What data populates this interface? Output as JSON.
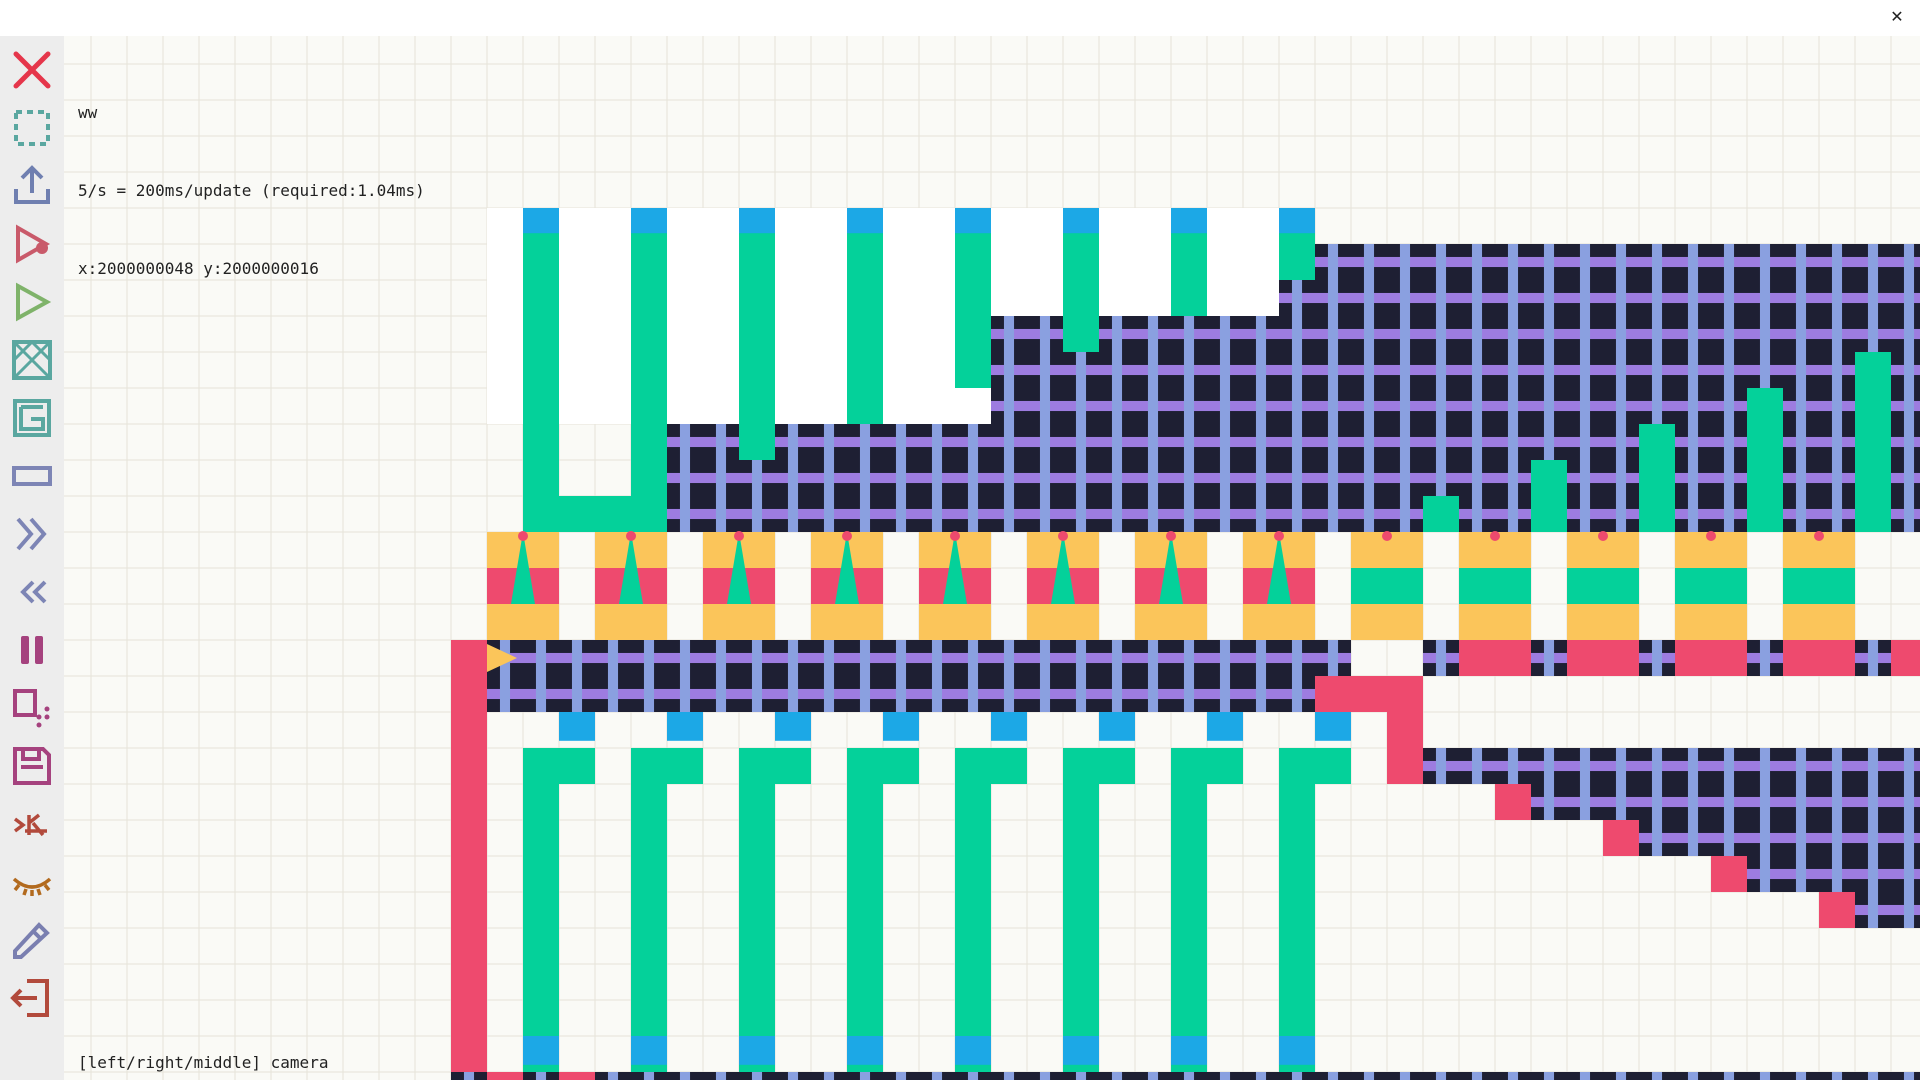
{
  "window": {
    "close_glyph": "✕",
    "close_icon": "close-icon"
  },
  "toolbar": {
    "tools": [
      {
        "name": "delete-tool",
        "icon": "red-x-icon",
        "color": "#e5364b"
      },
      {
        "name": "select-tool",
        "icon": "dashed-selection-icon",
        "color": "#5aa7a0"
      },
      {
        "name": "upload-tool",
        "icon": "upload-arrow-icon",
        "color": "#6f7fb0"
      },
      {
        "name": "step-play-tool",
        "icon": "play-with-dot-icon",
        "color": "#c95a6a"
      },
      {
        "name": "play-tool",
        "icon": "play-outline-icon",
        "color": "#7fb36a"
      },
      {
        "name": "crossing-tool",
        "icon": "crossed-box-icon",
        "color": "#5aa7a0"
      },
      {
        "name": "loop-tool",
        "icon": "loop-box-icon",
        "color": "#5aa7a0"
      },
      {
        "name": "rect-tool",
        "icon": "rectangle-icon",
        "color": "#7d85b5"
      },
      {
        "name": "speed-up-tool",
        "icon": "double-chevron-right-icon",
        "color": "#7d85b5"
      },
      {
        "name": "slow-down-tool",
        "icon": "double-chevron-left-icon",
        "color": "#7d85b5"
      },
      {
        "name": "pause-tool",
        "icon": "pause-icon",
        "color": "#a5427e"
      },
      {
        "name": "paste-tool",
        "icon": "paste-dots-icon",
        "color": "#a5427e"
      },
      {
        "name": "save-tool",
        "icon": "floppy-disk-icon",
        "color": "#a5427e"
      },
      {
        "name": "label-tool",
        "icon": "text-label-icon",
        "color": "#b24a3c"
      },
      {
        "name": "hide-tool",
        "icon": "closed-eye-icon",
        "color": "#b26a1e"
      },
      {
        "name": "draw-tool",
        "icon": "pencil-icon",
        "color": "#7a7fb0"
      },
      {
        "name": "exit-tool",
        "icon": "exit-door-icon",
        "color": "#b24a3c"
      }
    ]
  },
  "hud": {
    "title": "ww",
    "speed": "5/s = 200ms/update (required:1.04ms)",
    "position": "x:2000000048 y:2000000016"
  },
  "hint": {
    "camera": "[left/right/middle] camera"
  },
  "colors": {
    "background": "#fafaf6",
    "grid": "#e6e3d8",
    "wire": "#04d19a",
    "wire_end": "#1ca8e6",
    "gate": "#ee4a6e",
    "connector": "#fbc55a",
    "bus_dark": "#1e1f33",
    "bus_light": "#8aa0e0",
    "bus_violet": "#9d7ce0"
  }
}
